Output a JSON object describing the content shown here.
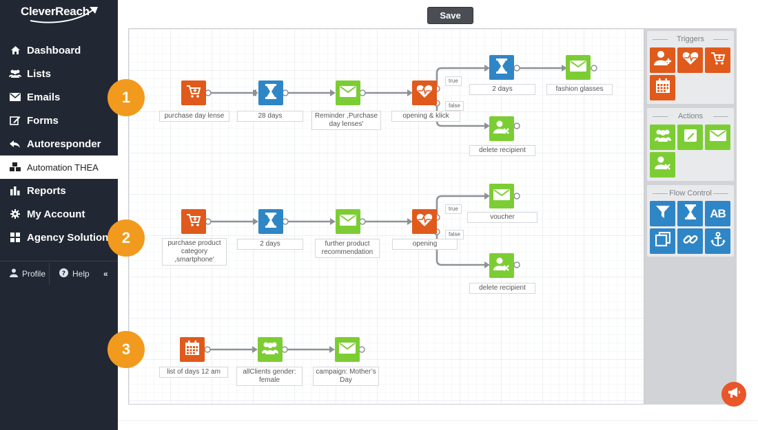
{
  "brand": {
    "name": "CleverReach"
  },
  "toolbar": {
    "save_label": "Save"
  },
  "sidebar": {
    "items": [
      {
        "label": "Dashboard",
        "icon": "home-icon"
      },
      {
        "label": "Lists",
        "icon": "users-icon"
      },
      {
        "label": "Emails",
        "icon": "envelope-icon"
      },
      {
        "label": "Forms",
        "icon": "edit-icon"
      },
      {
        "label": "Autoresponder",
        "icon": "reply-icon"
      },
      {
        "label": "Automation THEA",
        "icon": "cubes-icon",
        "active": true
      },
      {
        "label": "Reports",
        "icon": "bar-chart-icon"
      },
      {
        "label": "My Account",
        "icon": "gear-icon"
      },
      {
        "label": "Agency Solution",
        "icon": "grid-icon"
      }
    ],
    "footer": {
      "profile": "Profile",
      "help": "Help",
      "collapse": "«"
    }
  },
  "flows": {
    "badges": [
      "1",
      "2",
      "3"
    ],
    "f1": {
      "n1": "purchase day lense",
      "n2": "28 days",
      "n3": "Reminder ,Purchase day lenses'",
      "n4": "opening & klick",
      "n5": "2 days",
      "n6": "fashion glasses",
      "n7": "delete recipient",
      "tag_true": "true",
      "tag_false": "false"
    },
    "f2": {
      "n1": "purchase product category ,smartphone'",
      "n2": "2 days",
      "n3": "further product recommendation",
      "n4": "opening",
      "n5": "voucher",
      "n6": "delete recipient",
      "tag_true": "true",
      "tag_false": "false"
    },
    "f3": {
      "n1": "list of days 12 am",
      "n2": "allClients gender: female",
      "n3": "campaign: Mother’s Day"
    }
  },
  "panel": {
    "triggers": "Triggers",
    "actions": "Actions",
    "flow_control": "Flow Control",
    "ab_label": "AB"
  },
  "colors": {
    "trigger": "#e05a1b",
    "wait": "#2f86c6",
    "action": "#7ccd34",
    "badge": "#f29a1e",
    "sidebar": "#222833"
  }
}
